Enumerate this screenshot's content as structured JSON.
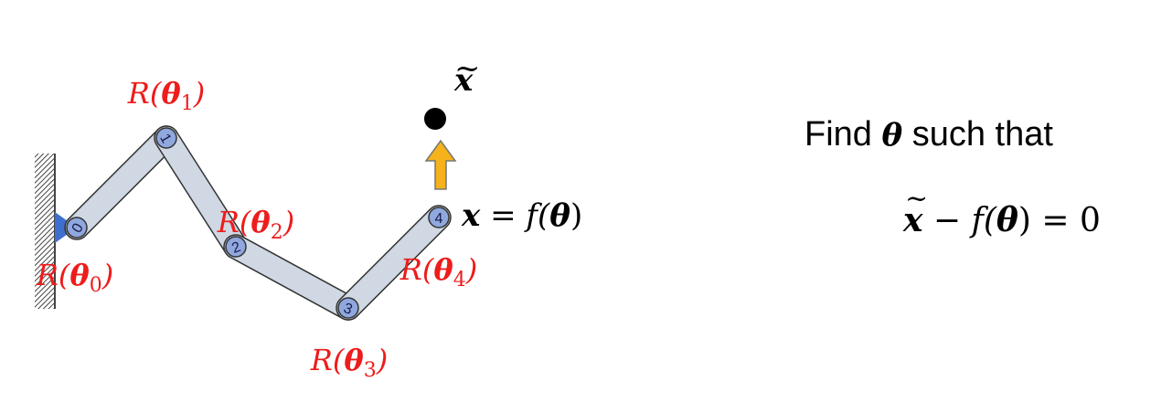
{
  "diagram": {
    "joints": [
      {
        "number": "0",
        "label_func": "R(",
        "label_symbol": "θ",
        "label_sub": "0",
        "label_close": ")"
      },
      {
        "number": "1",
        "label_func": "R(",
        "label_symbol": "θ",
        "label_sub": "1",
        "label_close": ")"
      },
      {
        "number": "2",
        "label_func": "R(",
        "label_symbol": "θ",
        "label_sub": "2",
        "label_close": ")"
      },
      {
        "number": "3",
        "label_func": "R(",
        "label_symbol": "θ",
        "label_sub": "3",
        "label_close": ")"
      },
      {
        "number": "4",
        "label_func": "R(",
        "label_symbol": "θ",
        "label_sub": "4",
        "label_close": ")"
      }
    ],
    "target": {
      "symbol": "x",
      "accent": "~"
    },
    "end_effector": {
      "lhs": "x",
      "eq": " = ",
      "func": "f(",
      "arg": "θ",
      "close": ")"
    },
    "colors": {
      "label": "#ee1c1c",
      "link_fill": "#cfd8e3",
      "joint_fill": "#8fa8de",
      "arrow": "#f5b21a",
      "base": "#3e6fcf"
    }
  },
  "panel": {
    "find_prefix": "Find ",
    "find_symbol": "θ",
    "find_suffix": " such that",
    "equation": {
      "lhs": "x",
      "accent": "~",
      "minus": " − ",
      "func": "f(",
      "arg": "θ",
      "close": ")",
      "rhs": " = 0"
    }
  }
}
